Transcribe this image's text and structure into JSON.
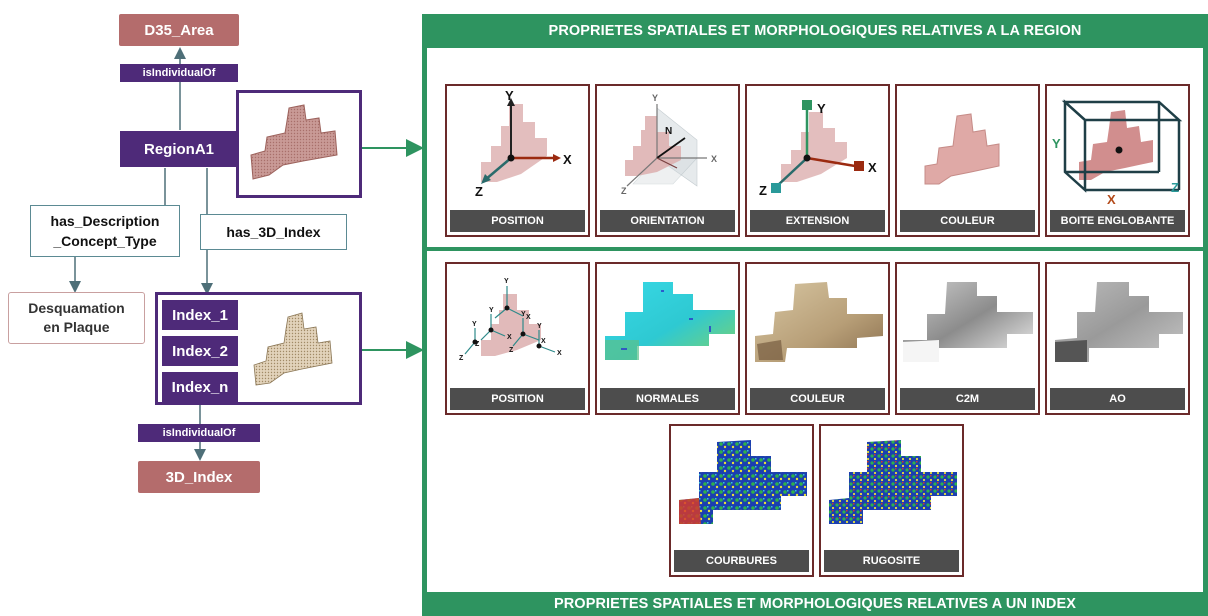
{
  "left": {
    "d35_area": "D35_Area",
    "is_individual_of_top": "isIndividualOf",
    "region": "RegionA1",
    "has_description_line1": "has_Description",
    "has_description_line2": "_Concept_Type",
    "has_3d_index": "has_3D_Index",
    "desquamation_line1": "Desquamation",
    "desquamation_line2": "en Plaque",
    "index_items": [
      "Index_1",
      "Index_2",
      "Index_n"
    ],
    "is_individual_of_bottom": "isIndividualOf",
    "three_d_index": "3D_Index"
  },
  "region_panel": {
    "title": "PROPRIETES SPATIALES ET MORPHOLOGIQUES RELATIVES A LA REGION",
    "cards": [
      "POSITION",
      "ORIENTATION",
      "EXTENSION",
      "COULEUR",
      "BOITE ENGLOBANTE"
    ]
  },
  "index_panel": {
    "title": "PROPRIETES SPATIALES ET MORPHOLOGIQUES RELATIVES A UN INDEX",
    "cards_row1": [
      "POSITION",
      "NORMALES",
      "COULEUR",
      "C2M",
      "AO"
    ],
    "cards_row2": [
      "COURBURES",
      "RUGOSITE"
    ]
  },
  "axes": {
    "x": "X",
    "y": "Y",
    "z": "Z",
    "n": "N"
  },
  "colors": {
    "green": "#2e9460",
    "purple": "#4e2a79",
    "brown": "#b46c6c",
    "card_border": "#6b2a2a"
  }
}
